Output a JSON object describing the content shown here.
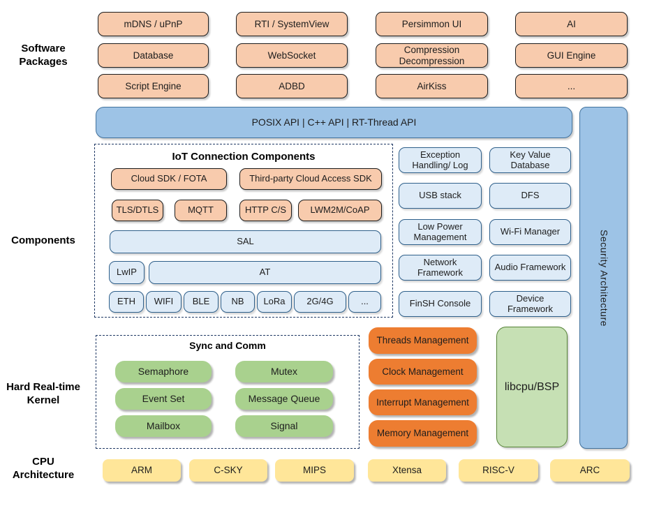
{
  "section_labels": {
    "software_packages": "Software Packages",
    "components": "Components",
    "kernel": "Hard Real-time Kernel",
    "cpu": "CPU Architecture"
  },
  "software_packages": {
    "boxes": [
      "mDNS / uPnP",
      "RTI / SystemView",
      "Persimmon UI",
      "AI",
      "Database",
      "WebSocket",
      "Compression Decompression",
      "GUI Engine",
      "Script Engine",
      "ADBD",
      "AirKiss",
      "..."
    ]
  },
  "api_bar": {
    "label": "POSIX API  |  C++ API  |  RT-Thread API"
  },
  "security_bar": {
    "label": "Security Architecture"
  },
  "iot": {
    "title": "IoT Connection Components",
    "cloud_sdk": "Cloud SDK / FOTA",
    "third_party": "Third-party Cloud Access SDK",
    "tls": "TLS/DTLS",
    "mqtt": "MQTT",
    "http": "HTTP C/S",
    "lwm2m": "LWM2M/CoAP",
    "sal": "SAL",
    "lwip": "LwIP",
    "at": "AT",
    "links": [
      "ETH",
      "WIFI",
      "BLE",
      "NB",
      "LoRa",
      "2G/4G",
      "..."
    ]
  },
  "services": [
    "Exception Handling/ Log",
    "Key Value Database",
    "USB stack",
    "DFS",
    "Low Power Management",
    "Wi-Fi Manager",
    "Network Framework",
    "Audio Framework",
    "FinSH Console",
    "Device Framework"
  ],
  "kernel": {
    "sync_title": "Sync and Comm",
    "sync_items": [
      "Semaphore",
      "Mutex",
      "Event Set",
      "Message Queue",
      "Mailbox",
      "Signal"
    ],
    "management": [
      "Threads Management",
      "Clock Management",
      "Interrupt Management",
      "Memory Management"
    ],
    "libcpu": "libcpu/BSP"
  },
  "cpu_architectures": [
    "ARM",
    "C-SKY",
    "MIPS",
    "Xtensa",
    "RISC-V",
    "ARC"
  ],
  "colors": {
    "package_fill": "#F8CBAD",
    "api_bar_fill": "#9DC3E6",
    "api_bar_border": "#41719C",
    "component_fill": "#DEEBF7",
    "component_border": "#2E5F8A",
    "dashed_frame": "#1F3864",
    "kernel_green": "#A9D18E",
    "management_orange": "#ED7D31",
    "libcpu_fill": "#C6E0B4",
    "libcpu_border": "#548235",
    "cpu_yellow": "#FFE699"
  }
}
